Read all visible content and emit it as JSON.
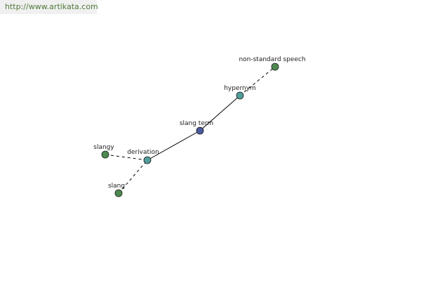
{
  "header": {
    "site_url": "http://www.artikata.com",
    "link_color": "#4f7a3a"
  },
  "graph": {
    "nodes": [
      {
        "id": "non-standard-speech",
        "label": "non-standard speech",
        "color": "#4e8a50"
      },
      {
        "id": "hypernym",
        "label": "hypernym",
        "color": "#4f9e9a"
      },
      {
        "id": "slang-term",
        "label": "slang term",
        "color": "#4a5aa0"
      },
      {
        "id": "derivation",
        "label": "derivation",
        "color": "#4f9e9a"
      },
      {
        "id": "slangy",
        "label": "slangy",
        "color": "#4e8a50"
      },
      {
        "id": "slang",
        "label": "slang",
        "color": "#4e8a50"
      }
    ],
    "edges": [
      {
        "from": "hypernym",
        "to": "non-standard-speech",
        "style": "dashed"
      },
      {
        "from": "slang-term",
        "to": "hypernym",
        "style": "solid"
      },
      {
        "from": "derivation",
        "to": "slang-term",
        "style": "solid"
      },
      {
        "from": "slangy",
        "to": "derivation",
        "style": "dashed"
      },
      {
        "from": "slang",
        "to": "derivation",
        "style": "dashed"
      }
    ]
  }
}
